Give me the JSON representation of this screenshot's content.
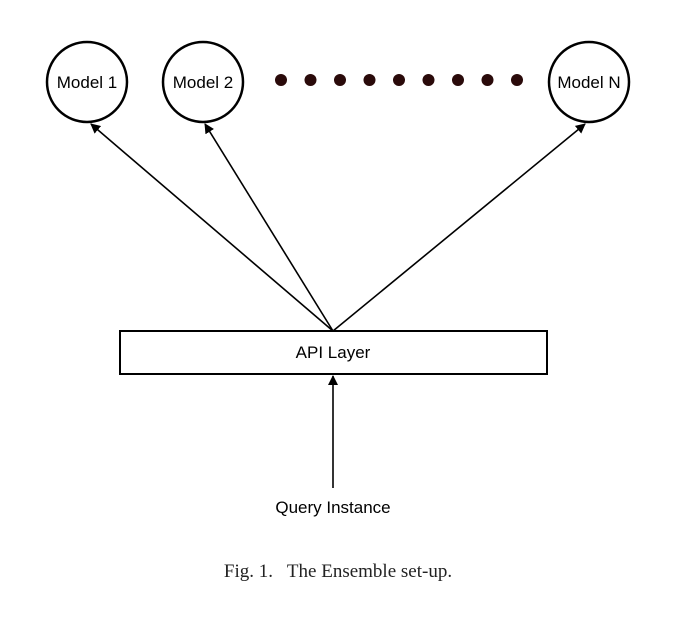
{
  "diagram": {
    "models": [
      {
        "id": "model-1",
        "label": "Model 1"
      },
      {
        "id": "model-2",
        "label": "Model 2"
      },
      {
        "id": "model-n",
        "label": "Model N"
      }
    ],
    "api_layer": {
      "label": "API Layer"
    },
    "query": {
      "label": "Query Instance"
    },
    "ellipsis_dot_count": 9,
    "colors": {
      "stroke": "#000000",
      "dot": "#2a0a0a",
      "background": "#ffffff"
    }
  },
  "caption": {
    "text": "Fig. 1.   The Ensemble set-up."
  }
}
